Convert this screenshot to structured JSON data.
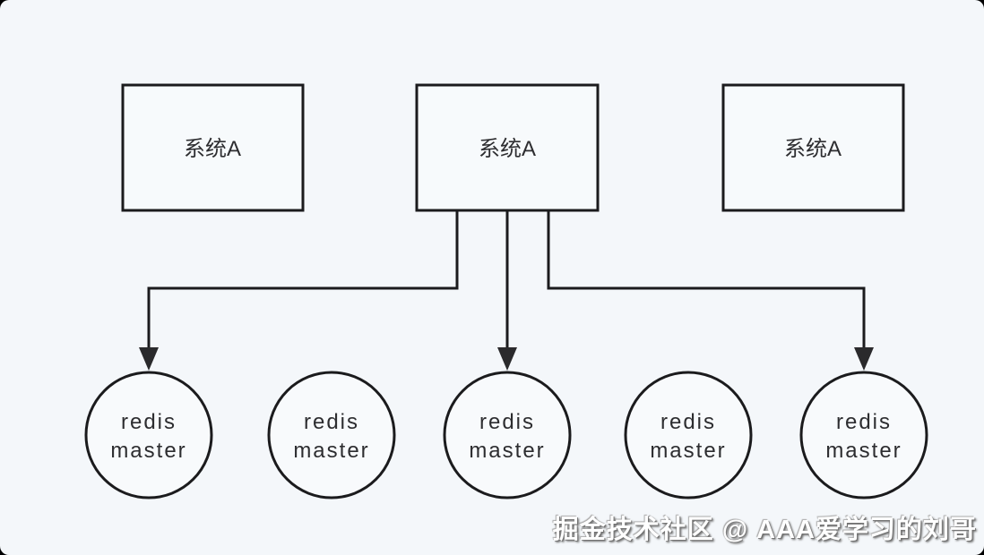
{
  "page": {
    "background_color": "#f4f7fa",
    "stroke_color": "#1b1b1d",
    "text_color": "#2d2d30"
  },
  "diagram": {
    "type": "architecture-diagram",
    "boxes": [
      {
        "id": "system-a-left",
        "label": "系统A"
      },
      {
        "id": "system-a-center",
        "label": "系统A"
      },
      {
        "id": "system-a-right",
        "label": "系统A"
      }
    ],
    "circles": [
      {
        "id": "redis-master-1",
        "line1": "redis",
        "line2": "master"
      },
      {
        "id": "redis-master-2",
        "line1": "redis",
        "line2": "master"
      },
      {
        "id": "redis-master-3",
        "line1": "redis",
        "line2": "master"
      },
      {
        "id": "redis-master-4",
        "line1": "redis",
        "line2": "master"
      },
      {
        "id": "redis-master-5",
        "line1": "redis",
        "line2": "master"
      }
    ],
    "edges": [
      {
        "from": "system-a-center",
        "to": "redis-master-1"
      },
      {
        "from": "system-a-center",
        "to": "redis-master-3"
      },
      {
        "from": "system-a-center",
        "to": "redis-master-5"
      }
    ]
  },
  "watermark": {
    "text": "掘金技术社区 @ AAA爱学习的刘哥"
  }
}
